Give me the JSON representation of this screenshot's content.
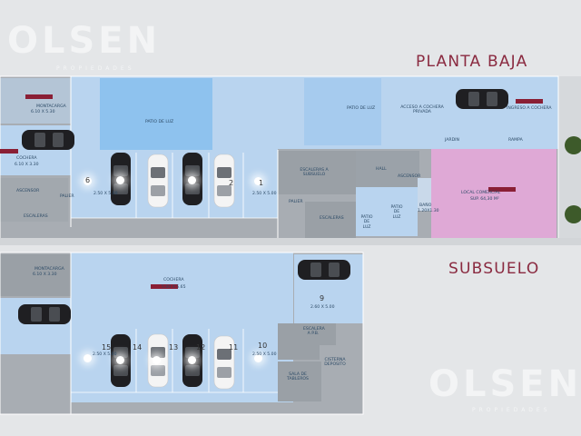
{
  "watermark": {
    "top_brand": "OLSEN",
    "top_sub": "PROPIEDADES",
    "bottom_brand": "OLSEN",
    "bottom_sub": "PROPIEDADES"
  },
  "planta_baja": {
    "title": "PLANTA BAJA",
    "labels": {
      "montacarga": "MONTACARGA",
      "montacarga_dim": "6.10 X 5.30",
      "patio_luz_1": "PATIO DE LUZ",
      "patio_luz_2": "PATIO DE LUZ",
      "acceso": "ACCESO A COCHERA PRIVADA",
      "ingreso_cochera": "INGRESO A COCHERA",
      "cochera_left": "COCHERA",
      "cochera_left_dim": "6.10 X 3.30",
      "jardin": "JARDIN",
      "rampa": "RAMPA",
      "hall": "HALL",
      "escaleras_sub": "ESCALERAS A SUBSUELO",
      "ascensor_1": "ASCENSOR",
      "ascensor_2": "ASCENSOR",
      "palier_1": "PALIER",
      "palier_2": "PALIER",
      "escaleras_1": "ESCALERAS",
      "escaleras_2": "ESCALERAS",
      "patio_luz_3": "PATIO DE LUZ",
      "patio_luz_4": "PATIO DE LUZ",
      "bano": "BAÑO",
      "bano_dim": "1.20x1.30",
      "local": "LOCAL COMERCIAL",
      "local_sup": "SUP. 64,30 m²"
    },
    "spots": [
      {
        "num": "6",
        "dim": ""
      },
      {
        "num": "",
        "dim": "2.50 X 5.00"
      },
      {
        "num": "2",
        "dim": ""
      },
      {
        "num": "1",
        "dim": "2.50 X 5.00"
      }
    ]
  },
  "subsuelo": {
    "title": "SUBSUELO",
    "labels": {
      "montacarga": "MONTACARGA",
      "montacarga_dim": "6.10 X 3.30",
      "cochera": "COCHERA",
      "cochera_dim": "5.00 X 5.65",
      "spot9": "9",
      "spot9_dim": "2.60 X 5.00",
      "escalera": "ESCALERA A P.B.",
      "cisterna": "CISTERNA DEPOSITO",
      "sala": "SALA DE TABLEROS"
    },
    "spots": [
      {
        "num": "15",
        "dim": "2.50 X 5.00"
      },
      {
        "num": "14",
        "dim": ""
      },
      {
        "num": "13",
        "dim": ""
      },
      {
        "num": "12",
        "dim": ""
      },
      {
        "num": "11",
        "dim": ""
      },
      {
        "num": "10",
        "dim": "2.50 X 5.00"
      }
    ]
  }
}
